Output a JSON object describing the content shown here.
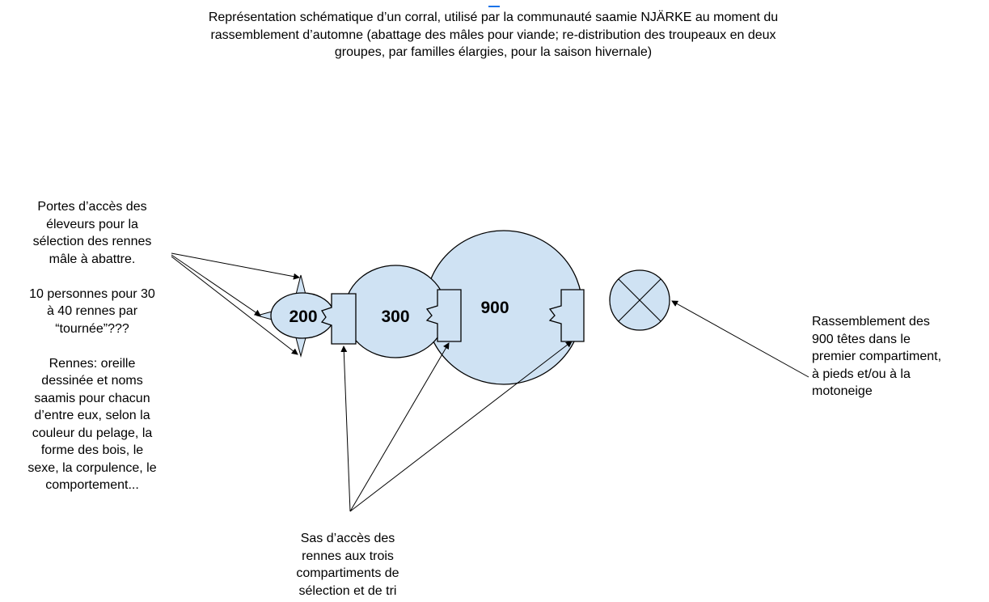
{
  "title": {
    "lines": [
      "Représentation schématique d’un corral, utilisé par la communauté saamie NJÄRKE au moment du",
      "rassemblement d’automne (abattage des mâles pour viande; re-distribution des troupeaux en deux",
      "groupes, par familles élargies, pour la saison hivernale)"
    ]
  },
  "compartments": {
    "small": "200",
    "medium": "300",
    "large": "900"
  },
  "left_notes": {
    "gates": [
      "Portes d’accès des",
      "éleveurs pour la",
      "sélection des rennes",
      "mâle à abattre."
    ],
    "staff": [
      "10 personnes pour 30",
      "à 40 rennes par",
      "“tournée”???"
    ],
    "reindeer": [
      "Rennes: oreille",
      "dessinée et noms",
      "saamis pour chacun",
      "d’entre eux, selon la",
      "couleur du pelage, la",
      "forme des bois, le",
      "sexe, la corpulence, le",
      "comportement..."
    ]
  },
  "right_note": {
    "lines": [
      "Rassemblement des",
      "900 têtes dans le",
      "premier compartiment,",
      "à pieds et/ou à la",
      "motoneige"
    ]
  },
  "bottom_note": {
    "lines": [
      "Sas d’accès des",
      "rennes aux trois",
      "compartiments de",
      "sélection et de tri"
    ]
  },
  "colors": {
    "fill": "#cfe2f3",
    "stroke": "#000000",
    "cursor_mark": "#1a73e8"
  }
}
